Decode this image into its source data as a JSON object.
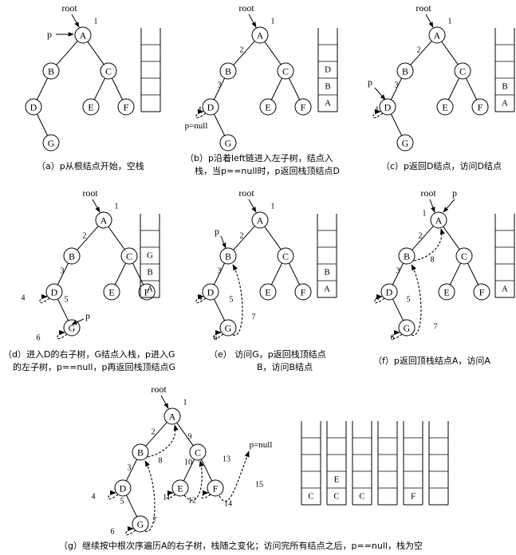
{
  "captions": {
    "a": "（a）p从根结点开始，空栈",
    "b1": "（b）p沿着left链进入左子树，结点入",
    "b2": "栈，当p==null时，p返回栈顶结点D",
    "c": "（c）p返回D结点，访问D结点",
    "d1": "（d）进入D的右子树，G结点入栈，p进入G",
    "d2": "的左子树，p==null，p再返回栈顶结点G",
    "e1": "（e）  访问G，p返回栈顶结点",
    "e2": "B，访问B结点",
    "f": "（f）p返回顶栈结点A，访问A",
    "g": "（g）继续按中根次序遍历A的右子树，栈随之变化；访问完所有结点之后，p==null，栈为空"
  },
  "labels": {
    "root": "root",
    "p": "p",
    "pnull": "p=null"
  },
  "nodes": {
    "A": "A",
    "B": "B",
    "C": "C",
    "D": "D",
    "E": "E",
    "F": "F",
    "G": "G"
  },
  "steps": [
    "1",
    "2",
    "3",
    "4",
    "5",
    "6",
    "7",
    "8",
    "9",
    "10",
    "11",
    "12",
    "13",
    "14",
    "15"
  ],
  "stacks": {
    "a": [],
    "b": [
      "A",
      "B",
      "D"
    ],
    "c": [
      "A",
      "B"
    ],
    "d": [
      "A",
      "B",
      "G"
    ],
    "e": [
      "A",
      "B"
    ],
    "f": [
      "A"
    ],
    "g": [
      [
        "C"
      ],
      [
        "C",
        "E"
      ],
      [
        "C"
      ],
      [],
      [
        "F"
      ],
      []
    ]
  }
}
